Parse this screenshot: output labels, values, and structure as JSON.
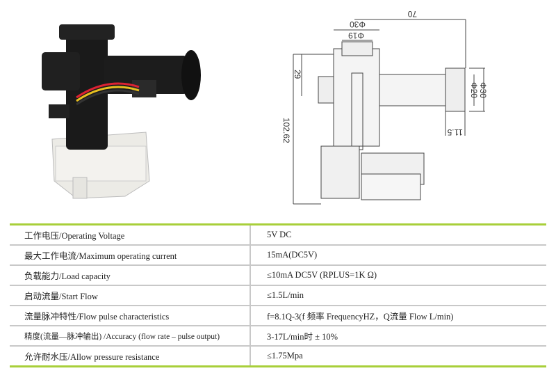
{
  "drawing": {
    "dimensions": [
      "70",
      "Φ30",
      "Φ19",
      "29",
      "102.62",
      "Φ20",
      "Φ30",
      "11.5"
    ]
  },
  "spec_table": {
    "rows": [
      {
        "label": "工作电压/Operating Voltage",
        "value": "5V DC"
      },
      {
        "label": "最大工作电流/Maximum operating current",
        "value": "15mA(DC5V)"
      },
      {
        "label": "负载能力/Load capacity",
        "value": "≤10mA DC5V (RPLUS=1K Ω)"
      },
      {
        "label": "启动流量/Start Flow",
        "value": "≤1.5L/min"
      },
      {
        "label": "流量脉冲特性/Flow pulse characteristics",
        "value": "f=8.1Q-3(f 频率 FrequencyHZ，Q流量 Flow L/min)"
      },
      {
        "label": "精度(流量—脉冲输出) /Accuracy (flow rate – pulse output)",
        "value": "3-17L/min时 ± 10%"
      },
      {
        "label": "允许耐水压/Allow pressure resistance",
        "value": "≤1.75Mpa"
      }
    ]
  },
  "colors": {
    "accent": "#a8cf3a",
    "divider": "#c8c8c8"
  }
}
